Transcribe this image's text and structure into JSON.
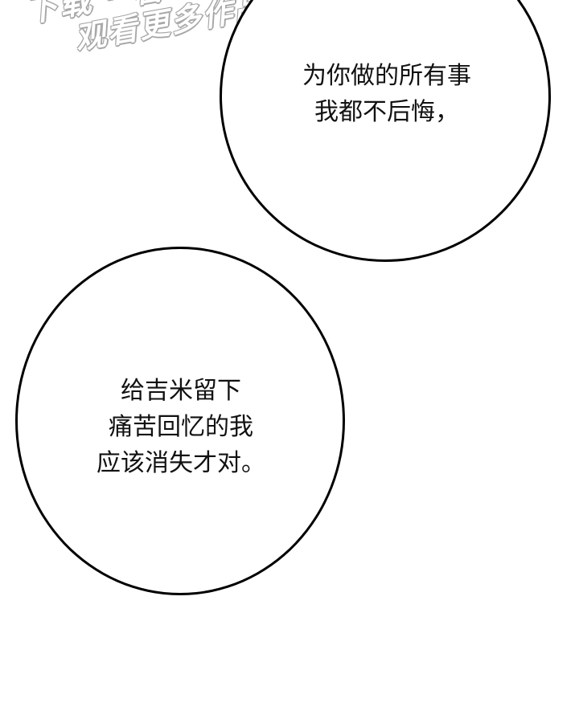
{
  "watermark": {
    "line1": "下载 · 看",
    "line2": "观看更多作品"
  },
  "bubble_top": {
    "lines": [
      "为你做的所有事",
      "我都不后悔，"
    ]
  },
  "bubble_bottom": {
    "lines": [
      "给吉米留下",
      "痛苦回忆的我",
      "应该消失才对。"
    ]
  }
}
